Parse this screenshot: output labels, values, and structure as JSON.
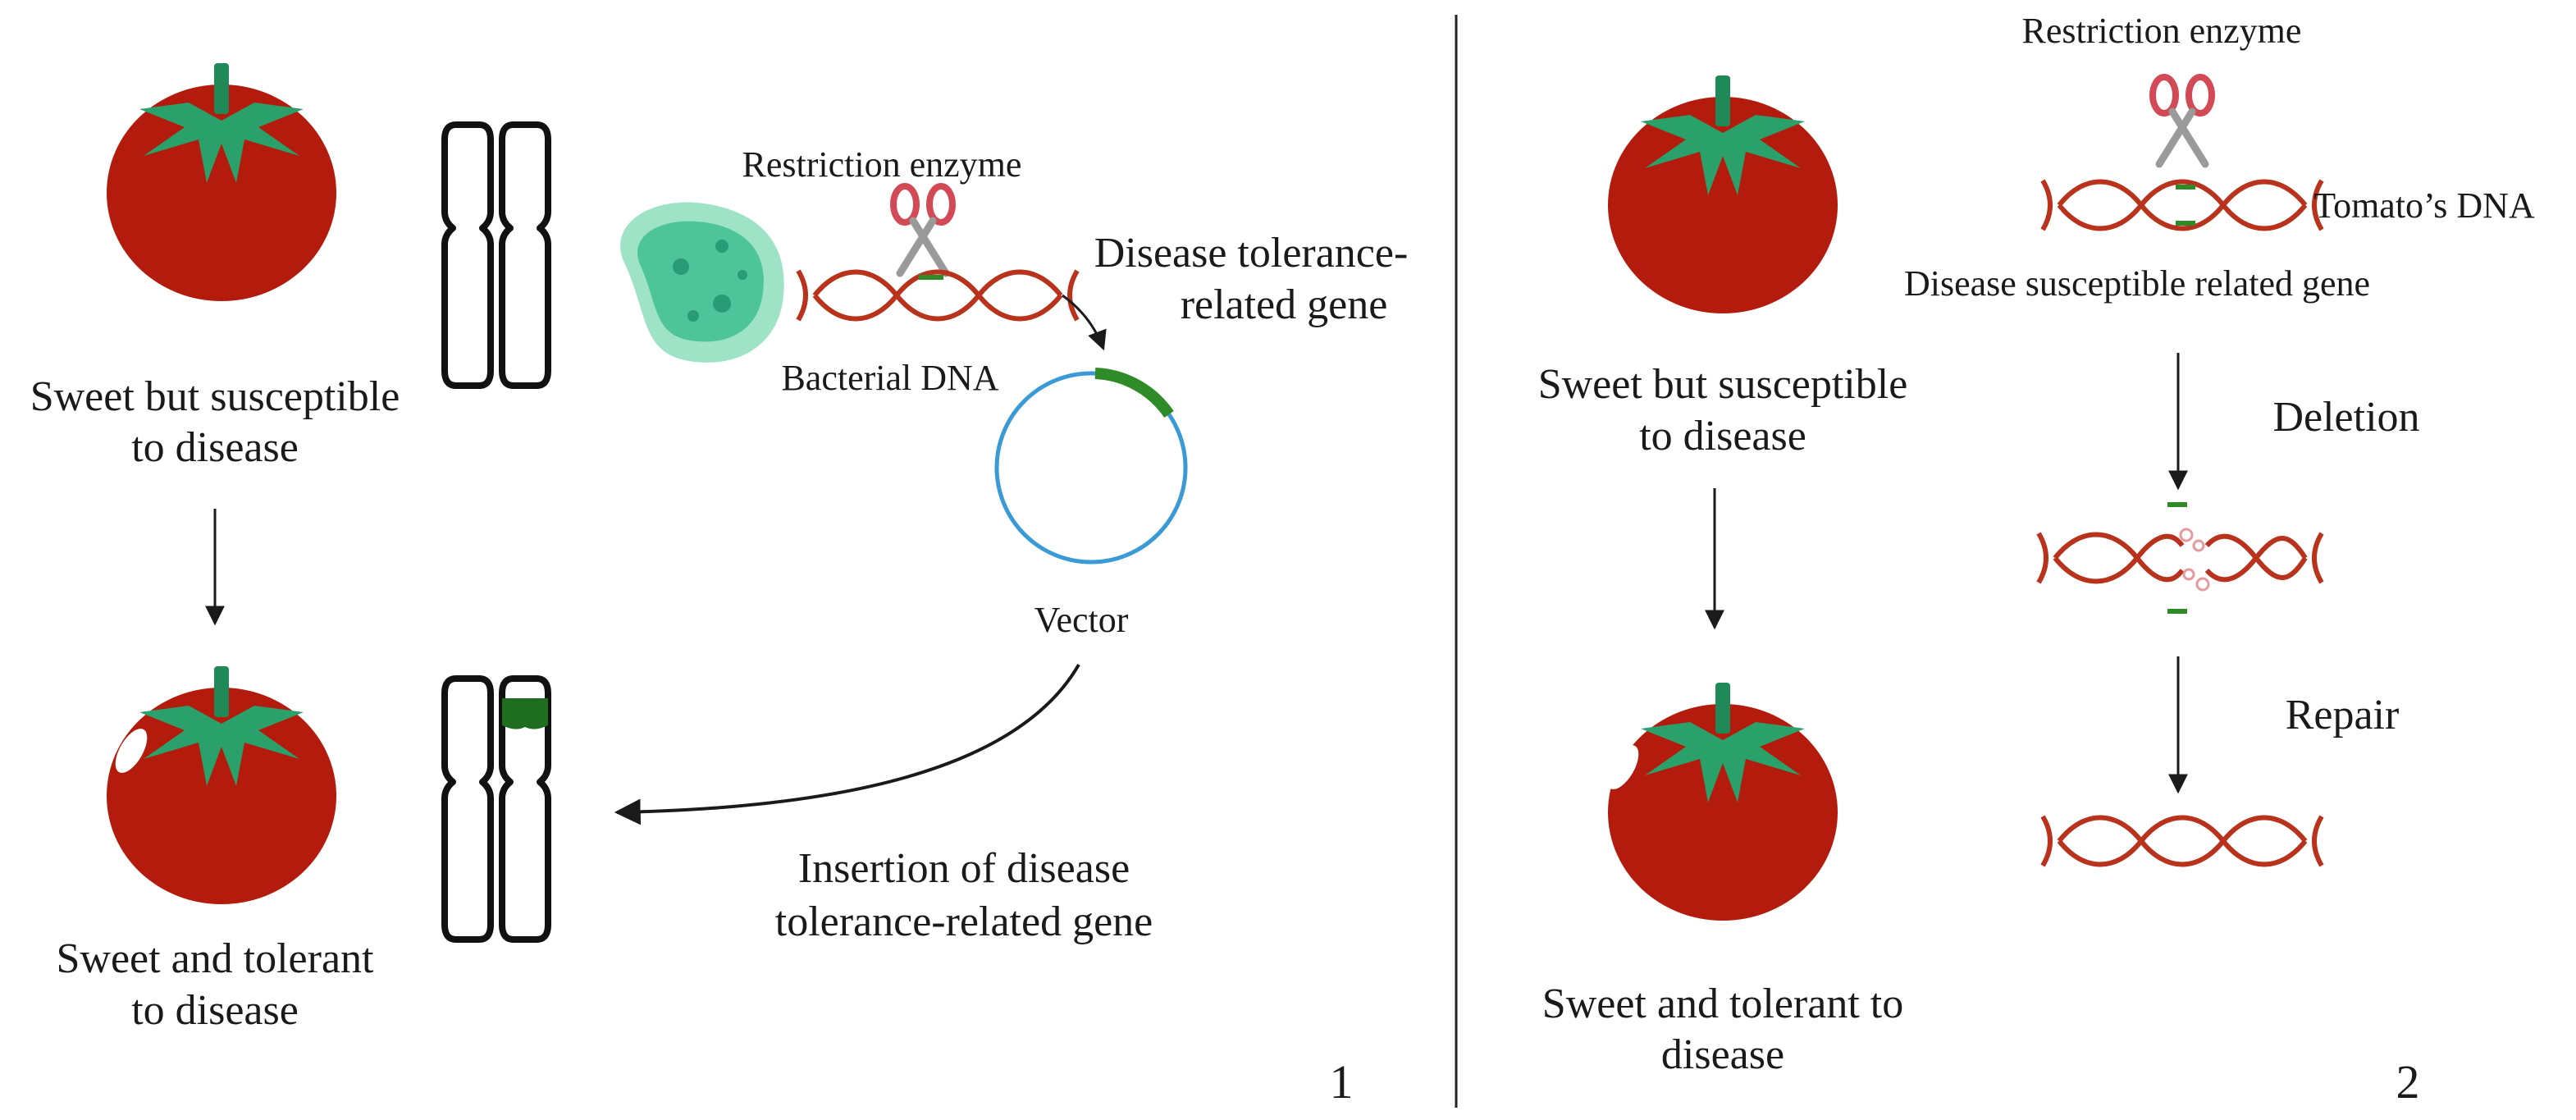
{
  "colors": {
    "tomato": "#b31b0c",
    "tomato_dark": "#8e1408",
    "leaf": "#2aa06a",
    "leaf_dark": "#1a7a4c",
    "dna": "#b8321c",
    "gene_green": "#2e8b28",
    "chromosome_fill_green": "#1f6e1f",
    "bacterium": "#7fd6b2",
    "bacterium_inner": "#2fae85",
    "vector_ring": "#3a9ad6",
    "scissor_handle": "#d24a55",
    "scissor_blade": "#9a9a9a",
    "arrow": "#1a1a1a",
    "divider": "#222222"
  },
  "icons": {
    "tomato": "tomato-icon",
    "chromosome": "chromosome-icon",
    "bacterium": "bacterium-icon",
    "scissors": "scissors-icon",
    "dna": "dna-strand-icon",
    "plasmid": "plasmid-vector-icon"
  },
  "panel1": {
    "number": "1",
    "top_tomato_label": [
      "Sweet but susceptible",
      "to disease"
    ],
    "bottom_tomato_label": [
      "Sweet and tolerant",
      "to disease"
    ],
    "restriction_enzyme": "Restriction enzyme",
    "bacterial_dna": "Bacterial DNA",
    "gene_label": [
      "Disease tolerance-",
      "related gene"
    ],
    "vector": "Vector",
    "insertion_label": [
      "Insertion of disease",
      "tolerance-related gene"
    ]
  },
  "panel2": {
    "number": "2",
    "restriction_enzyme": "Restriction enzyme",
    "tomato_dna": "Tomato’s DNA",
    "susceptible_gene": "Disease susceptible related gene",
    "top_tomato_label": [
      "Sweet but susceptible",
      "to disease"
    ],
    "bottom_tomato_label": [
      "Sweet and tolerant to",
      "disease"
    ],
    "deletion": "Deletion",
    "repair": "Repair"
  }
}
